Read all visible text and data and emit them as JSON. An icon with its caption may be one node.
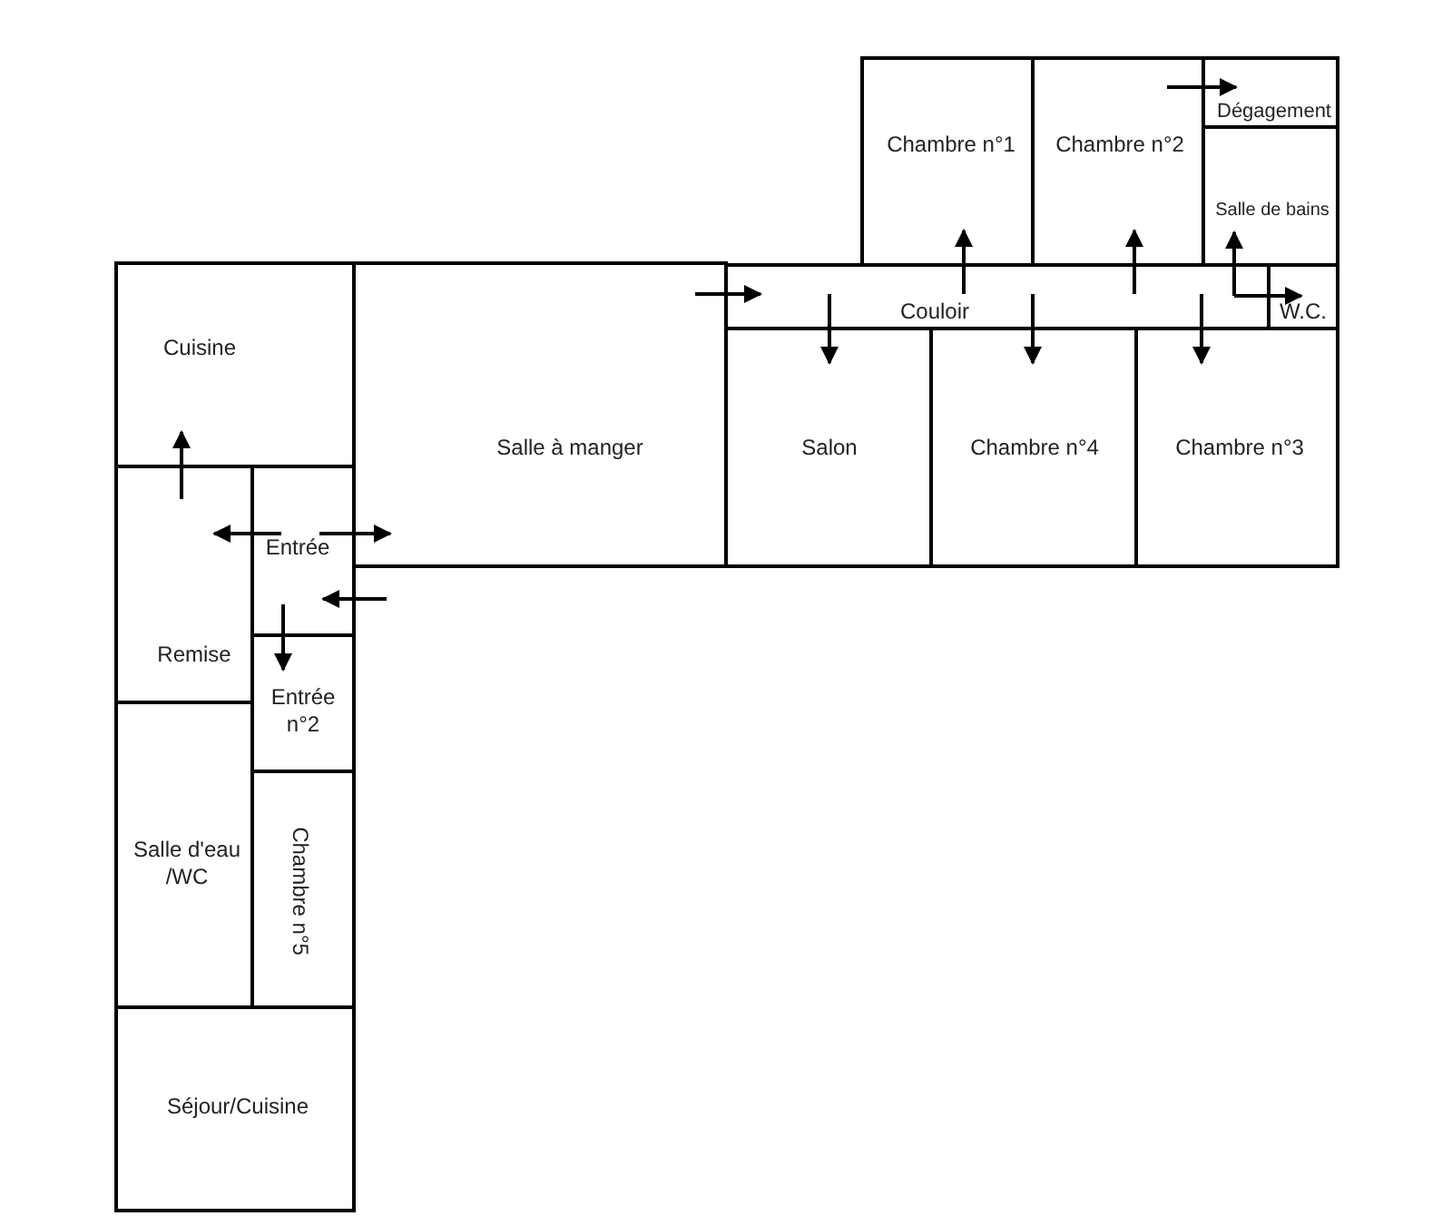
{
  "diagram": {
    "nodes": [
      {
        "text": [
          "Chambre n°1"
        ]
      },
      {
        "text": [
          "Chambre n°2"
        ]
      },
      {
        "text": [
          "Dégagement"
        ]
      },
      {
        "text": [
          "Salle de bains"
        ]
      },
      {
        "text": [
          "Couloir"
        ]
      },
      {
        "text": [
          "W.C."
        ]
      },
      {
        "text": [
          "Cuisine"
        ]
      },
      {
        "text": [
          "Salle à manger"
        ]
      },
      {
        "text": [
          "Salon"
        ]
      },
      {
        "text": [
          "Chambre n°4"
        ]
      },
      {
        "text": [
          "Chambre n°3"
        ]
      },
      {
        "text": [
          "Remise"
        ]
      },
      {
        "text": [
          "Entrée"
        ]
      },
      {
        "text": [
          "Entrée n°2"
        ]
      },
      {
        "text": [
          "Salle d'eau /WC"
        ]
      },
      {
        "text": [
          "Chambre n°5"
        ]
      },
      {
        "text": [
          "Séjour/Cuisine"
        ]
      }
    ],
    "edges": [
      {
        "from": 1,
        "to": 2,
        "arrow": "to"
      },
      {
        "from": 7,
        "to": 4,
        "arrow": "to"
      },
      {
        "from": 4,
        "to": 0,
        "arrow": "to"
      },
      {
        "from": 4,
        "to": 1,
        "arrow": "to"
      },
      {
        "from": 4,
        "to": 3,
        "arrow": "to"
      },
      {
        "from": 4,
        "to": 5,
        "arrow": "to"
      },
      {
        "from": 4,
        "to": 8,
        "arrow": "to"
      },
      {
        "from": 4,
        "to": 9,
        "arrow": "to"
      },
      {
        "from": 4,
        "to": 10,
        "arrow": "to"
      },
      {
        "from": 11,
        "to": 6,
        "arrow": "to"
      },
      {
        "from": 12,
        "to": 11,
        "arrow": "to"
      },
      {
        "from": 12,
        "to": 7,
        "arrow": "to"
      },
      {
        "from": null,
        "to": 12,
        "arrow": "to"
      },
      {
        "from": 12,
        "to": 13,
        "arrow": "to"
      }
    ]
  }
}
